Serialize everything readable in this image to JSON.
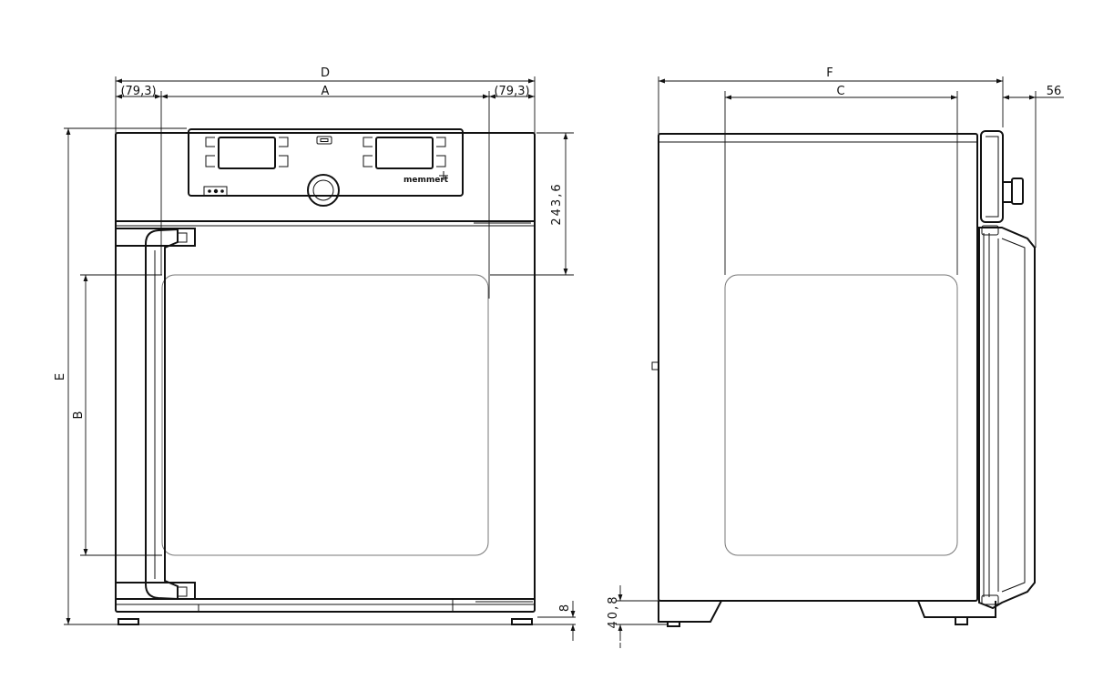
{
  "dimensions": {
    "D": "D",
    "A": "A",
    "left_offset": "(79,3)",
    "right_offset": "(79,3)",
    "F": "F",
    "C": "C",
    "depth_extra": "56",
    "E": "E",
    "B": "B",
    "panel_height": "243,6",
    "foot_height": "8",
    "side_foot_height": "40,8"
  },
  "brand": "memmert",
  "colors": {
    "line": "#111111",
    "background": "#ffffff"
  }
}
